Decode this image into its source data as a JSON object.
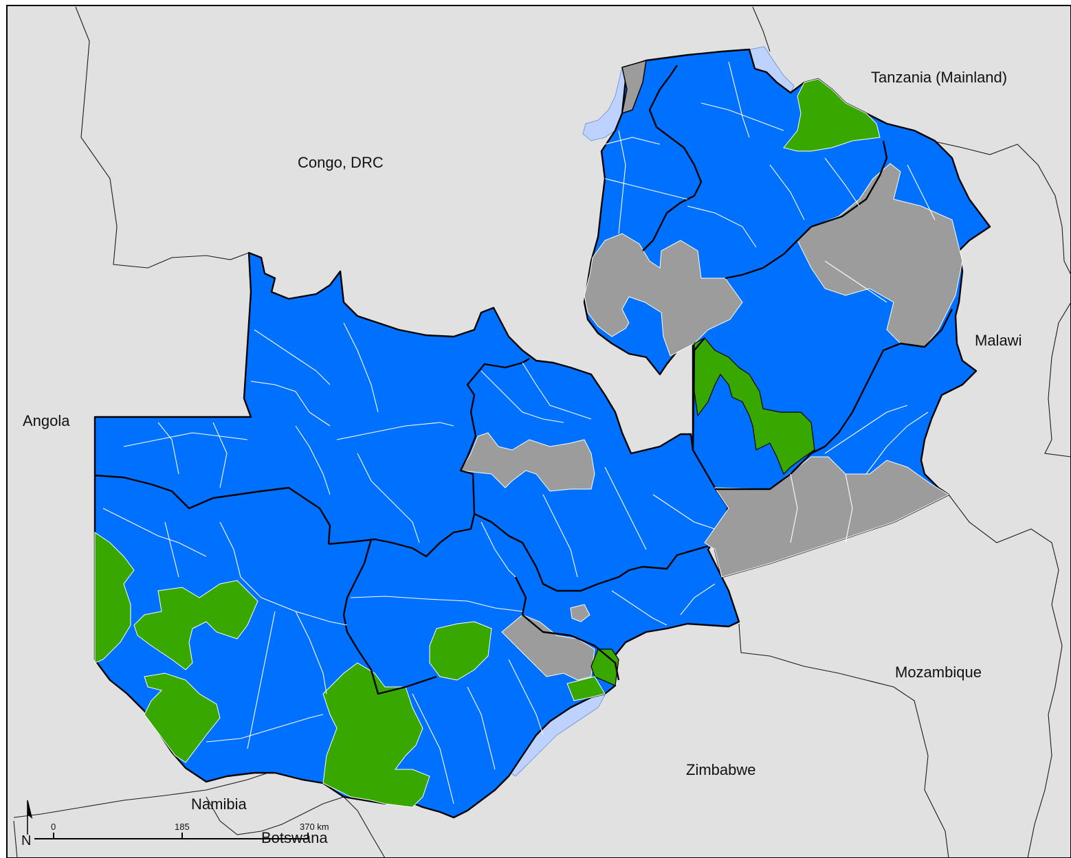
{
  "countries": {
    "congo": "Congo, DRC",
    "tanzania": "Tanzania (Mainland)",
    "angola": "Angola",
    "malawi": "Malawi",
    "mozambique": "Mozambique",
    "zimbabwe": "Zimbabwe",
    "namibia": "Namibia",
    "botswana": "Botswana"
  },
  "scale_bar": {
    "tick_0": "0",
    "tick_1": "185",
    "tick_2": "370 km"
  },
  "north_arrow": {
    "label": "N"
  },
  "colors": {
    "background": "#e1e1e1",
    "water": "#bed2ff",
    "phase_blue": "#0070ff",
    "phase_green": "#38a800",
    "phase_grey": "#9c9c9c",
    "border_province": "#000000",
    "border_district": "#ffffff"
  }
}
